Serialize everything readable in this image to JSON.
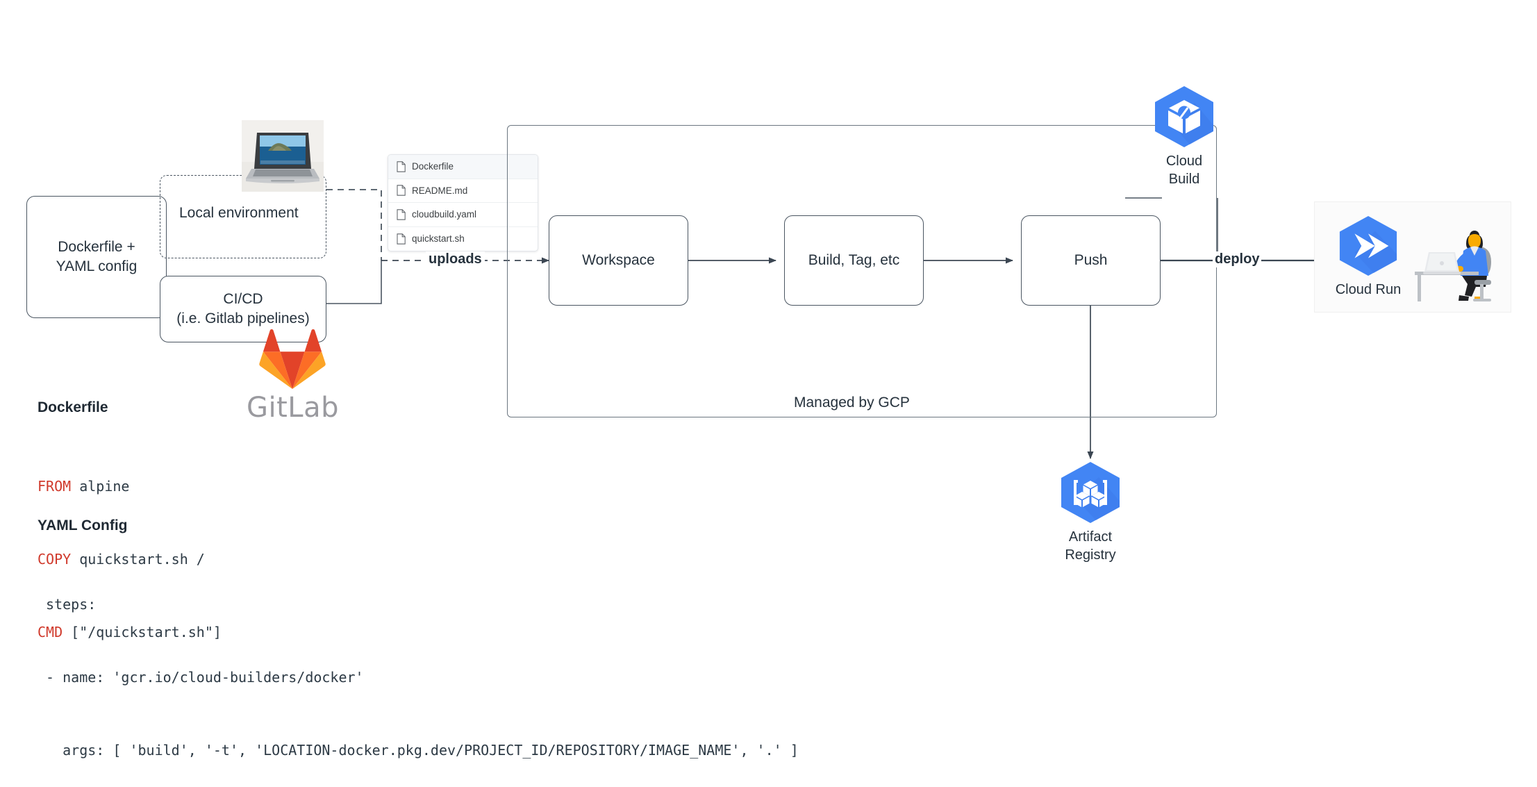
{
  "title": "GCP Cloud Build CI/CD pipeline diagram",
  "left": {
    "source_box": "Dockerfile +\nYAML config",
    "local_env_label": "Local environment",
    "cicd_box": "CI/CD\n(i.e. Gitlab pipelines)",
    "laptop_icon": "macbook-photo",
    "gitlab": {
      "wordmark": "GitLab",
      "icon": "gitlab-fox-logo"
    }
  },
  "files": {
    "items": [
      {
        "name": "Dockerfile",
        "selected": true,
        "icon": "file-icon"
      },
      {
        "name": "README.md",
        "selected": false,
        "icon": "file-icon"
      },
      {
        "name": "cloudbuild.yaml",
        "selected": false,
        "icon": "file-icon"
      },
      {
        "name": "quickstart.sh",
        "selected": false,
        "icon": "file-icon"
      }
    ]
  },
  "edges": {
    "uploads": "uploads",
    "deploy": "deploy"
  },
  "gcp": {
    "container_label": "Managed by GCP",
    "steps": [
      {
        "label": "Workspace"
      },
      {
        "label": "Build, Tag, etc"
      },
      {
        "label": "Push"
      }
    ]
  },
  "products": {
    "cloud_build": {
      "label": "Cloud\nBuild",
      "icon": "cloud-build-icon",
      "color": "#4285f4"
    },
    "artifact_registry": {
      "label": "Artifact Registry",
      "icon": "artifact-registry-icon",
      "color": "#4285f4"
    },
    "cloud_run": {
      "label": "Cloud Run",
      "icon": "cloud-run-icon",
      "color": "#4285f4"
    }
  },
  "code": {
    "dockerfile": {
      "heading": "Dockerfile",
      "lines": [
        {
          "kw": "FROM",
          "rest": " alpine"
        },
        {
          "kw": "COPY",
          "rest": " quickstart.sh /"
        },
        {
          "kw": "CMD",
          "rest": " [\"/quickstart.sh\"]"
        }
      ]
    },
    "yaml": {
      "heading": "YAML Config",
      "lines": [
        " steps:",
        " - name: 'gcr.io/cloud-builders/docker'",
        "   args: [ 'build', '-t', 'LOCATION-docker.pkg.dev/PROJECT_ID/REPOSITORY/IMAGE_NAME', '.' ]"
      ]
    }
  }
}
